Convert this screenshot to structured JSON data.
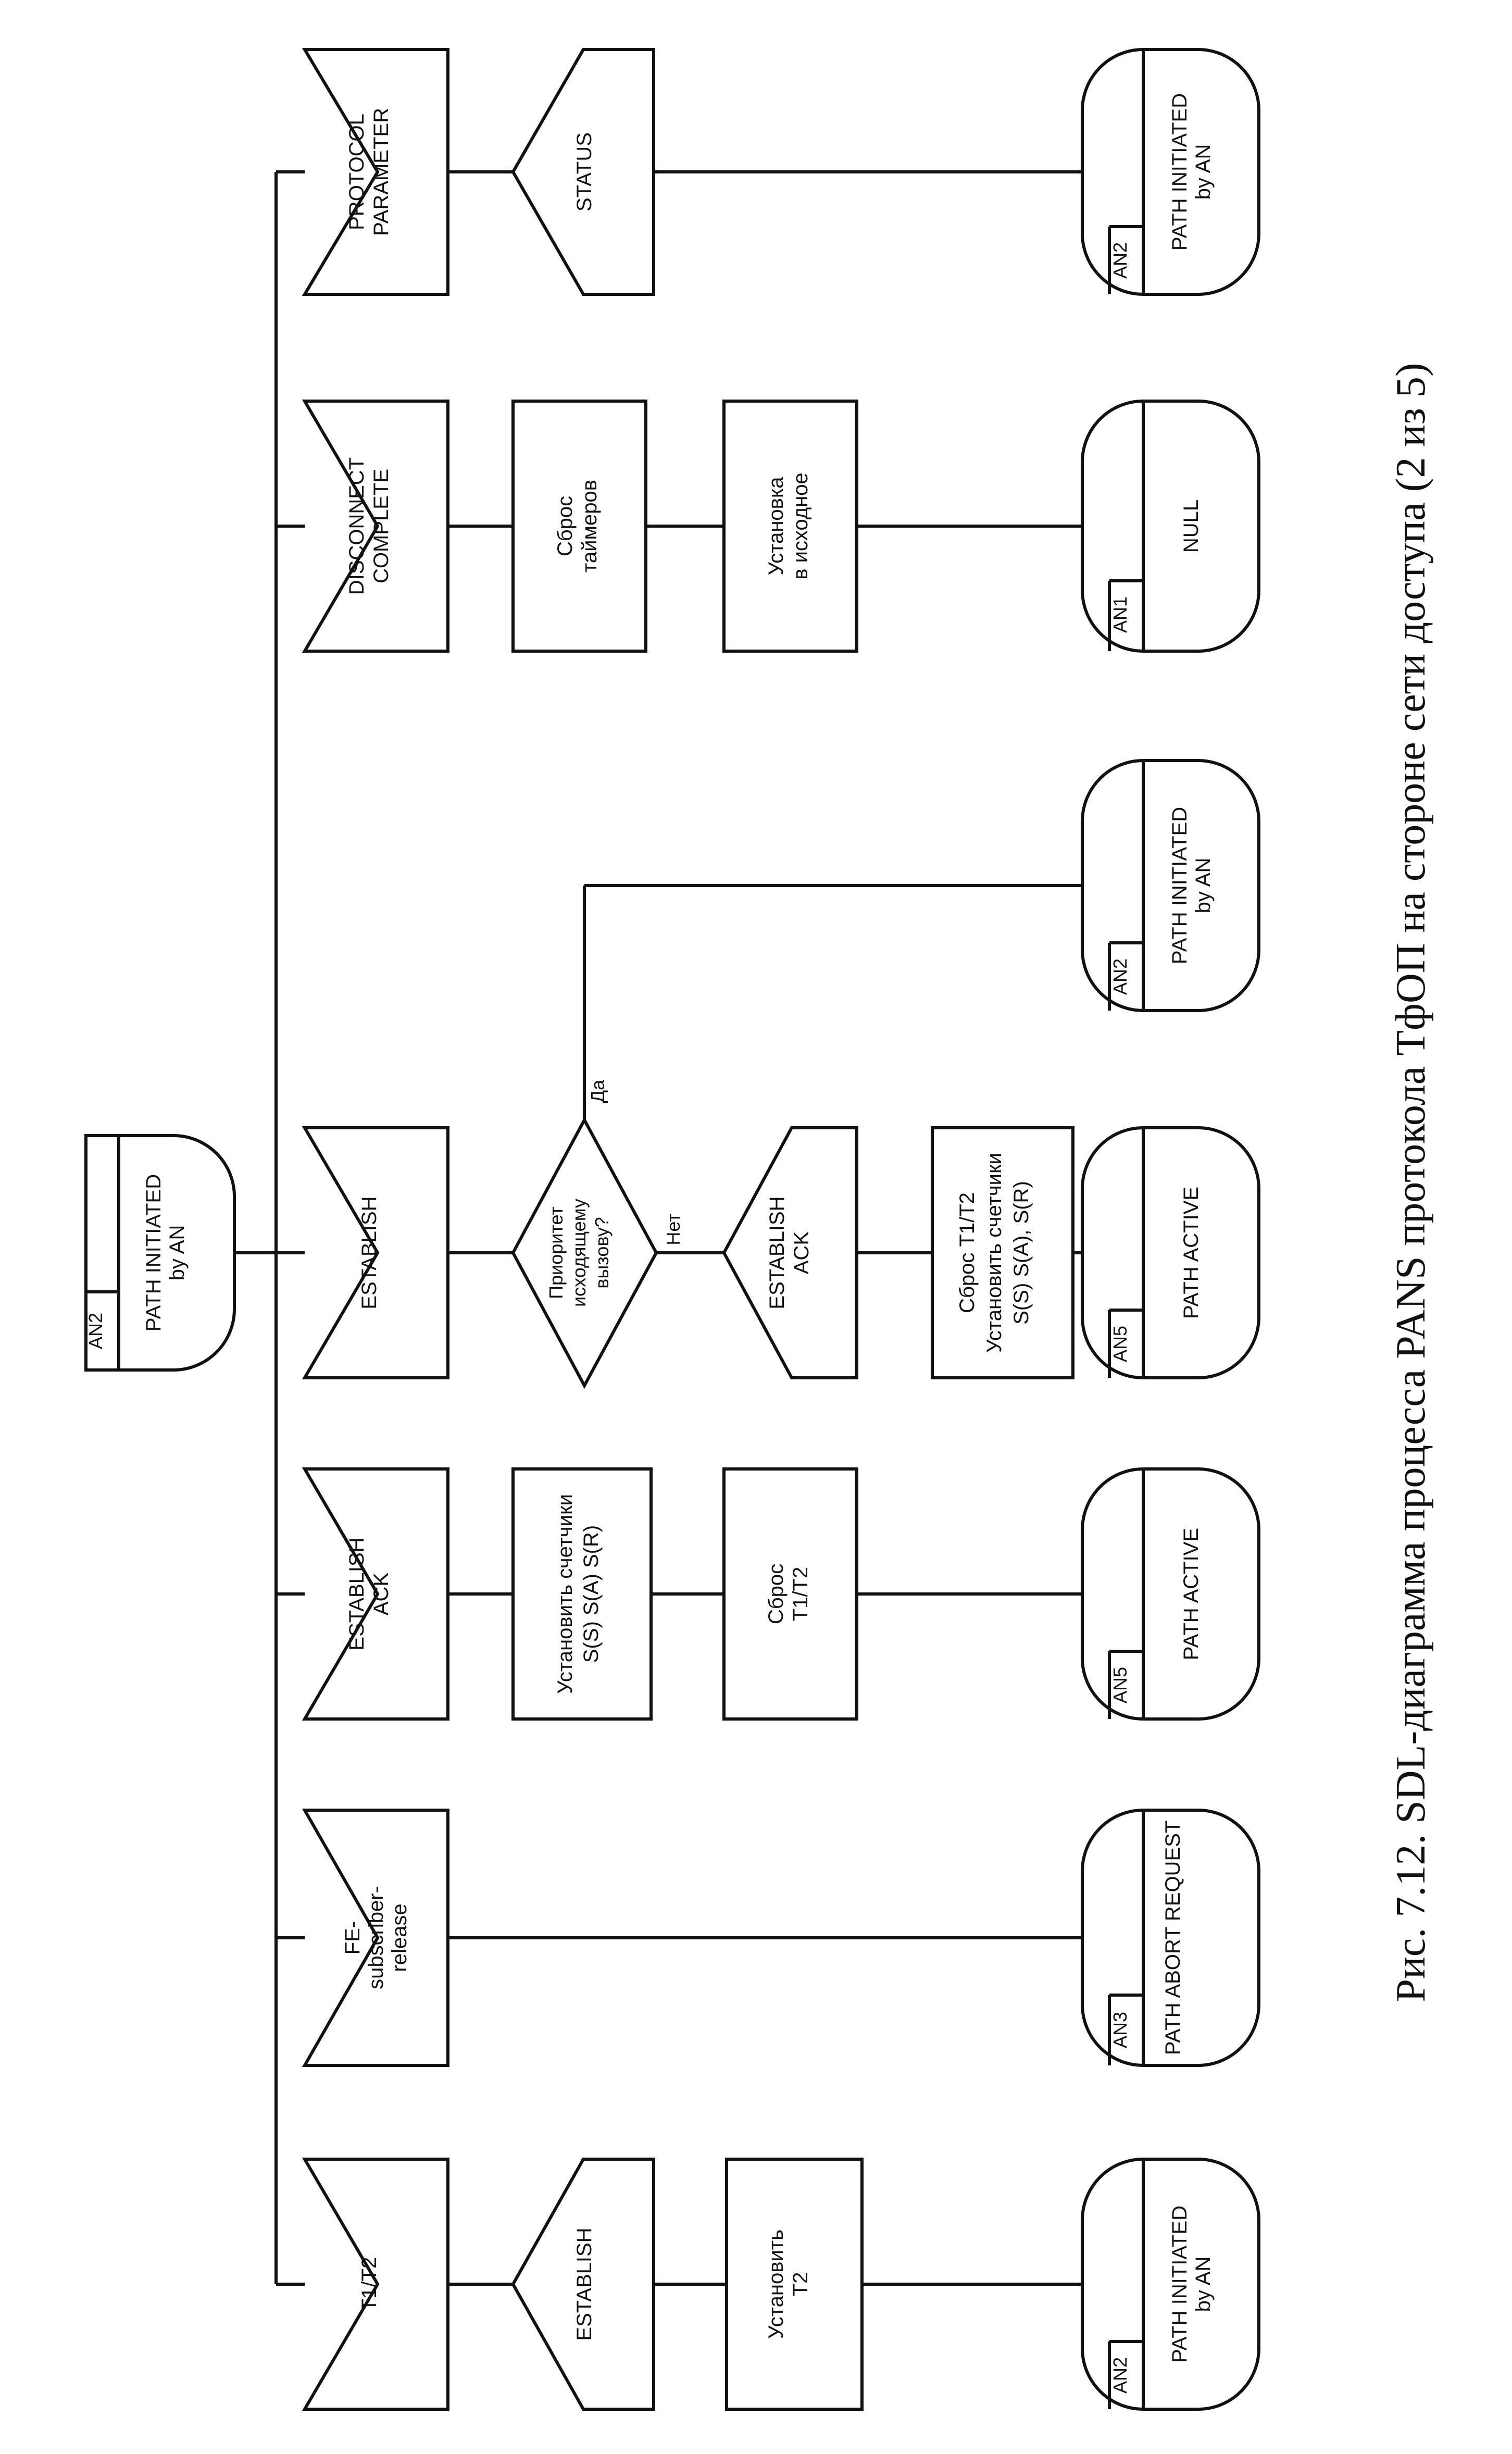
{
  "start_state": {
    "id": "AN2",
    "name_lines": [
      "PATH INITIATED",
      "by AN"
    ]
  },
  "branches": [
    {
      "name": "t1-t2",
      "input": [
        "T1/T2"
      ],
      "output": [
        "ESTABLISH"
      ],
      "task": [
        "Установить",
        "T2"
      ],
      "state": {
        "id": "AN2",
        "name_lines": [
          "PATH INITIATED",
          "by AN"
        ]
      }
    },
    {
      "name": "fe-subscriber-release",
      "input": [
        "FE-",
        "subscriber-",
        "release"
      ],
      "state": {
        "id": "AN3",
        "name_lines": [
          "PATH ABORT REQUEST"
        ]
      }
    },
    {
      "name": "establish-ack",
      "input": [
        "ESTABLISH",
        "ACK"
      ],
      "task1": [
        "Установить счетчики",
        "S(S)  S(A)  S(R)"
      ],
      "task2": [
        "Сброс",
        "T1/T2"
      ],
      "state": {
        "id": "AN5",
        "name_lines": [
          "PATH ACTIVE"
        ]
      }
    },
    {
      "name": "establish",
      "input": [
        "ESTABLISH"
      ],
      "decision": [
        "Приоритет",
        "исходящему",
        "вызову?"
      ],
      "decision_no": "Нет",
      "decision_yes": "Да",
      "output": [
        "ESTABLISH",
        "ACK"
      ],
      "task": [
        "Сброс T1/T2",
        "Установить счетчики",
        "S(S)  S(A), S(R)"
      ],
      "state_no": {
        "id": "AN5",
        "name_lines": [
          "PATH ACTIVE"
        ]
      },
      "state_yes": {
        "id": "AN2",
        "name_lines": [
          "PATH INITIATED",
          "by AN"
        ]
      }
    },
    {
      "name": "disconnect-complete",
      "input": [
        "DISCONNECT",
        "COMPLETE"
      ],
      "task1": [
        "Сброс",
        "таймеров"
      ],
      "task2": [
        "Установка",
        "в исходное"
      ],
      "state": {
        "id": "AN1",
        "name_lines": [
          "NULL"
        ]
      }
    },
    {
      "name": "protocol-parameter",
      "input": [
        "PROTOCOL",
        "PARAMETER"
      ],
      "output": [
        "STATUS"
      ],
      "state": {
        "id": "AN2",
        "name_lines": [
          "PATH INITIATED",
          "by AN"
        ]
      }
    }
  ],
  "caption": "Рис. 7.12.  SDL-диаграмма процесса PANS протокола ТфОП на стороне сети доступа (2 из 5)"
}
